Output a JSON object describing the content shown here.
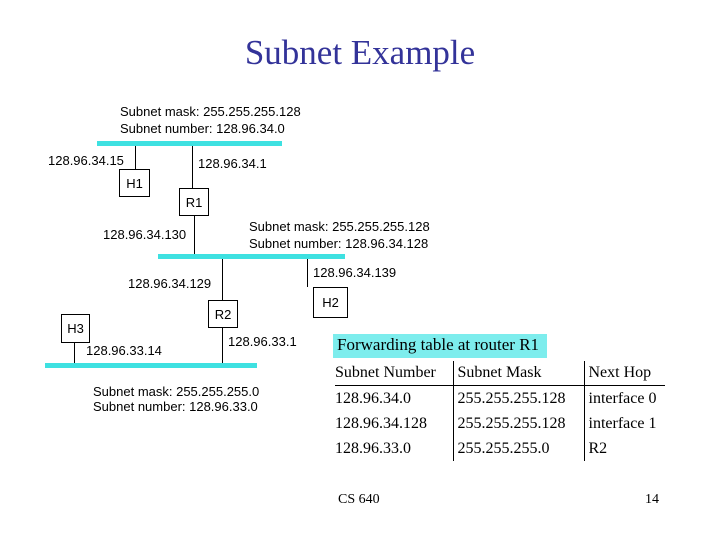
{
  "slide": {
    "title": "Subnet Example",
    "footer_course": "CS 640",
    "footer_page": "14"
  },
  "colors": {
    "title_text": "#333399",
    "subnet_bus": "#3EE1E1",
    "table_title_highlight": "#7DEDED"
  },
  "diagram": {
    "subnet_top": {
      "mask": "Subnet mask: 255.255.255.128",
      "number": "Subnet number: 128.96.34.0"
    },
    "subnet_middle": {
      "mask": "Subnet mask: 255.255.255.128",
      "number": "Subnet number: 128.96.34.128"
    },
    "subnet_bottom": {
      "mask": "Subnet mask: 255.255.255.0",
      "number": "Subnet number: 128.96.33.0"
    },
    "nodes": {
      "h1": "H1",
      "r1": "R1",
      "h2": "H2",
      "r2": "R2",
      "h3": "H3"
    },
    "addresses": {
      "h1": "128.96.34.15",
      "r1_top": "128.96.34.1",
      "r1_bottom": "128.96.34.130",
      "r2_top": "128.96.34.129",
      "h2": "128.96.34.139",
      "h3": "128.96.33.14",
      "r2_bottom": "128.96.33.1"
    }
  },
  "forwarding_table": {
    "title": "Forwarding table at router R1",
    "headers": [
      "Subnet Number",
      "Subnet Mask",
      "Next Hop"
    ],
    "rows": [
      {
        "subnet_number": "128.96.34.0",
        "subnet_mask": "255.255.255.128",
        "next_hop": "interface 0"
      },
      {
        "subnet_number": "128.96.34.128",
        "subnet_mask": "255.255.255.128",
        "next_hop": "interface 1"
      },
      {
        "subnet_number": "128.96.33.0",
        "subnet_mask": "255.255.255.0",
        "next_hop": "R2"
      }
    ]
  }
}
